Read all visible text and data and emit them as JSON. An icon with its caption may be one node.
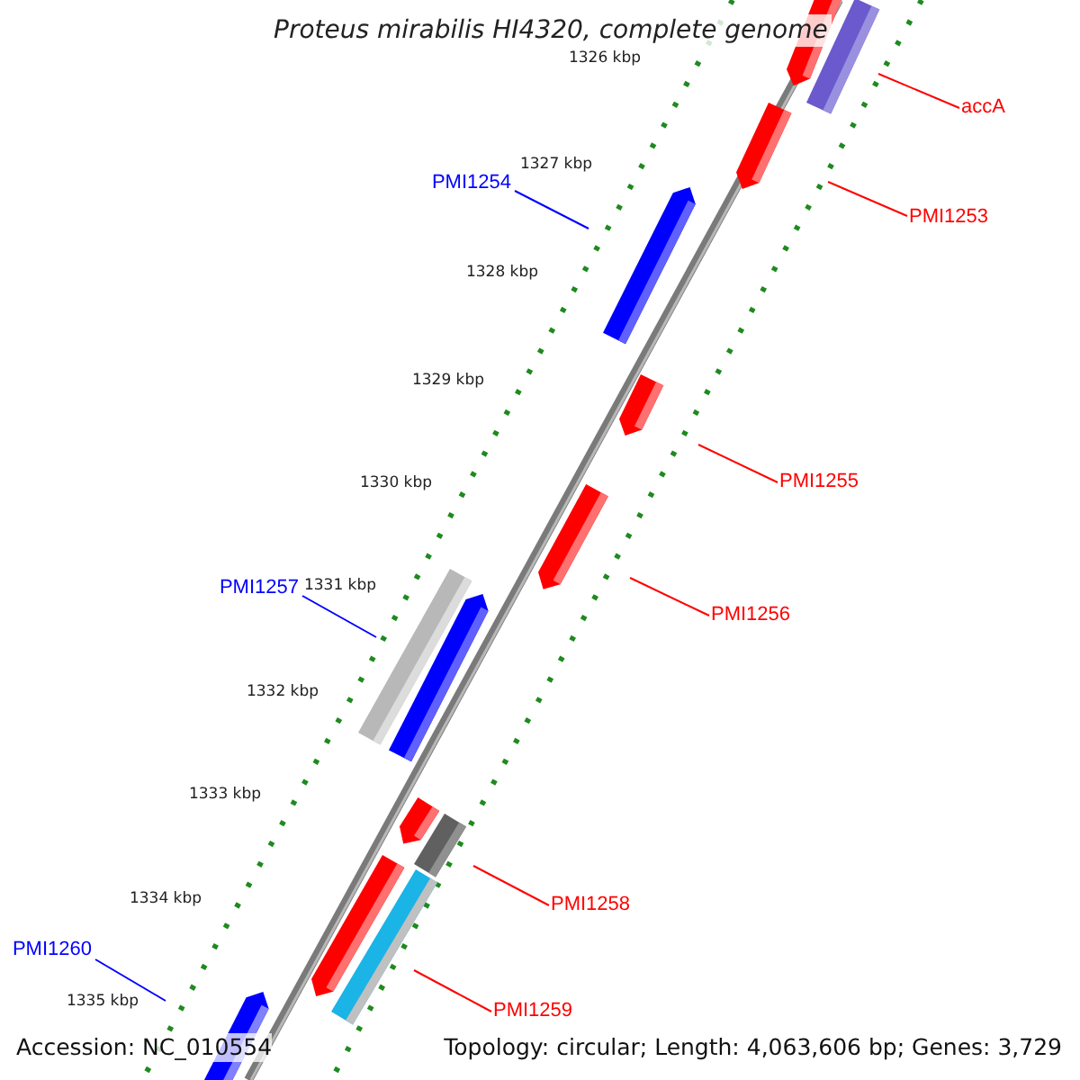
{
  "diagram": {
    "title": "Proteus mirabilis HI4320, complete genome",
    "nodes": [
      {
        "text": [
          "accA"
        ]
      },
      {
        "text": [
          "PMI1253"
        ]
      },
      {
        "text": [
          "PMI1254"
        ]
      },
      {
        "text": [
          "PMI1255"
        ]
      },
      {
        "text": [
          "PMI1256"
        ]
      },
      {
        "text": [
          "PMI1257"
        ]
      },
      {
        "text": [
          "PMI1258"
        ]
      },
      {
        "text": [
          "PMI1259"
        ]
      },
      {
        "text": [
          "PMI1260"
        ]
      },
      {
        "text": [],
        "shape": "bar"
      },
      {
        "text": [],
        "shape": "bar"
      },
      {
        "text": [],
        "shape": "bar"
      },
      {
        "text": [],
        "shape": "bar"
      },
      {
        "text": [],
        "shape": "bar"
      },
      {
        "text": [],
        "shape": "bar"
      },
      {
        "text": [],
        "shape": "bar"
      },
      {
        "text": [],
        "shape": "bar"
      },
      {
        "text": [],
        "shape": "bar"
      },
      {
        "text": [],
        "shape": "bar"
      },
      {
        "text": [],
        "shape": "bar"
      },
      {
        "text": [],
        "shape": "bar"
      },
      {
        "text": [],
        "shape": "bar"
      }
    ],
    "edges": [
      {
        "from": 0,
        "to": 10,
        "arrow": "none"
      },
      {
        "from": 1,
        "to": 11,
        "arrow": "none"
      },
      {
        "from": 2,
        "to": 12,
        "arrow": "none",
        "color": "#0000ff"
      },
      {
        "from": 3,
        "to": 13,
        "arrow": "none"
      },
      {
        "from": 4,
        "to": 14,
        "arrow": "none"
      },
      {
        "from": 5,
        "to": 15,
        "arrow": "none",
        "color": "#0000ff"
      },
      {
        "from": 6,
        "to": 18,
        "arrow": "none"
      },
      {
        "from": 7,
        "to": 20,
        "arrow": "none"
      },
      {
        "from": 8,
        "to": 21,
        "arrow": "none",
        "color": "#0000ff"
      }
    ],
    "labels": [
      "1326 kbp",
      "1327 kbp",
      "1328 kbp",
      "1329 kbp",
      "1330 kbp",
      "1331 kbp",
      "1332 kbp",
      "1333 kbp",
      "1334 kbp",
      "1335 kbp",
      "Accession: NC_010554",
      "Topology: circular; Length: 4,063,606 bp; Genes: 3,729"
    ]
  }
}
